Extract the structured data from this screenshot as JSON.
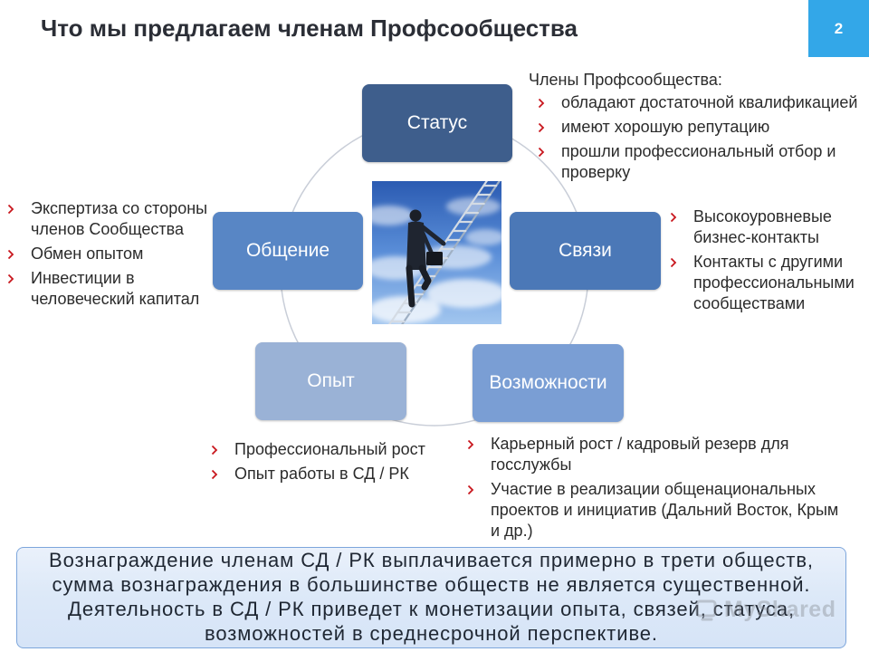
{
  "slide": {
    "title": "Что мы предлагаем членам Профсообщества",
    "page_number": "2"
  },
  "diagram": {
    "status": "Статус",
    "connections": "Связи",
    "opportunities": "Возможности",
    "experience": "Опыт",
    "communication": "Общение"
  },
  "notes": {
    "status": {
      "heading": "Члены Профсообщества:",
      "items": [
        {
          "lines": [
            "обладают достаточной квалификацией"
          ]
        },
        {
          "lines": [
            "имеют хорошую репутацию"
          ]
        },
        {
          "lines": [
            "прошли профессиональный отбор и",
            "проверку"
          ]
        }
      ]
    },
    "communication": {
      "items": [
        {
          "lines": [
            "Экспертиза со стороны",
            "членов Сообщества"
          ]
        },
        {
          "lines": [
            "Обмен опытом"
          ]
        },
        {
          "lines": [
            "Инвестиции в",
            "человеческий капитал"
          ]
        }
      ]
    },
    "connections": {
      "items": [
        {
          "lines": [
            "Высокоуровневые",
            "бизнес-контакты"
          ]
        },
        {
          "lines": [
            "Контакты с другими",
            "профессиональными",
            "сообществами"
          ]
        }
      ]
    },
    "experience": {
      "items": [
        {
          "lines": [
            "Профессиональный рост"
          ]
        },
        {
          "lines": [
            "Опыт работы в СД / РК"
          ]
        }
      ]
    },
    "opportunities": {
      "items": [
        {
          "lines": [
            "Карьерный рост / кадровый резерв для",
            "госслужбы"
          ]
        },
        {
          "lines": [
            "Участие в реализации общенациональных",
            "проектов и инициатив (Дальний Восток, Крым",
            "и др.)"
          ]
        }
      ]
    }
  },
  "summary": {
    "lines": [
      "Вознаграждение членам СД / РК выплачивается примерно в трети обществ,",
      "сумма вознаграждения в большинстве обществ не является существенной.",
      "Деятельность в СД / РК приведет к монетизации опыта, связей, статуса,",
      "возможностей в среднесрочной перспективе."
    ]
  },
  "watermark": {
    "text": "MyShared"
  },
  "icons": {
    "bullet": "red-chevron-right",
    "watermark_logo": "myshared-logo"
  },
  "colors": {
    "title": "#2b2e36",
    "page_badge": "#33a7e8",
    "box_status": "#3e5e8c",
    "box_connections": "#4b78b7",
    "box_communication": "#5886c5",
    "box_opportunities": "#7a9ed4",
    "box_experience": "#9ab2d6",
    "bullet_marker": "#c8161d",
    "ring": "#c9ced8",
    "summary_border": "#7da6dc"
  }
}
